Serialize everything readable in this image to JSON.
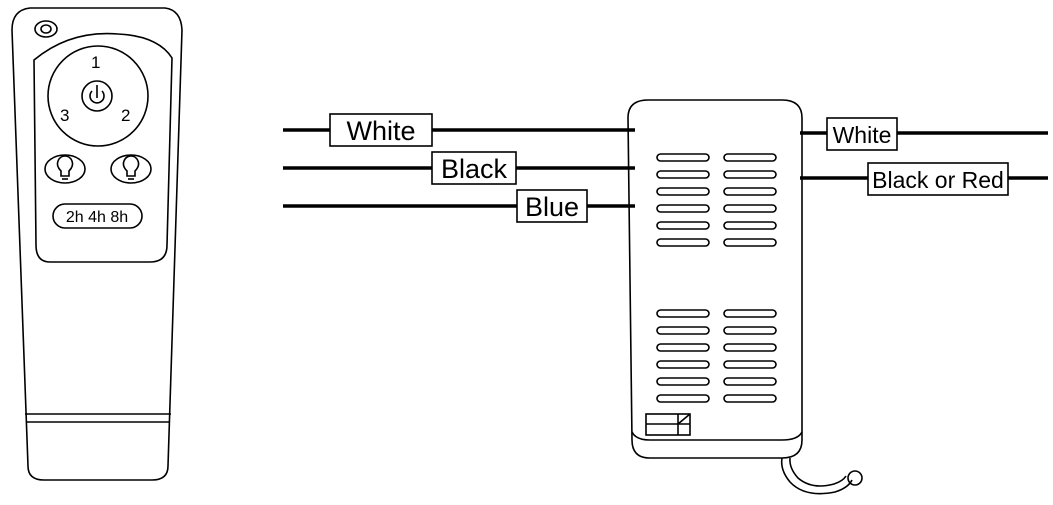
{
  "remote": {
    "speed_labels": {
      "top": "1",
      "left": "3",
      "right": "2"
    },
    "timer_label": "2h 4h 8h"
  },
  "wiring": {
    "input_wires": [
      {
        "label": "White"
      },
      {
        "label": "Black"
      },
      {
        "label": "Blue"
      }
    ],
    "output_wires": [
      {
        "label": "White"
      },
      {
        "label": "Black or Red"
      }
    ]
  },
  "colors": {
    "stroke": "#000000",
    "background": "#ffffff"
  }
}
